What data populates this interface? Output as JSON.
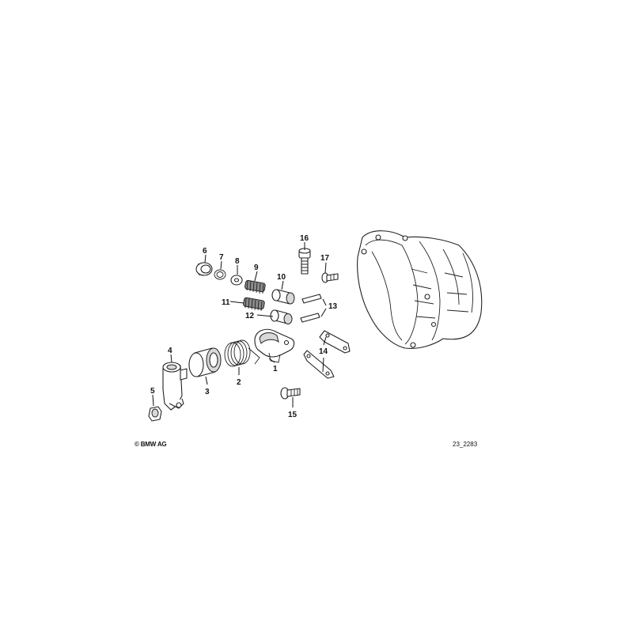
{
  "callouts": [
    "1",
    "2",
    "3",
    "4",
    "5",
    "6",
    "7",
    "8",
    "9",
    "10",
    "11",
    "12",
    "13",
    "14",
    "15",
    "16",
    "17"
  ],
  "footer": {
    "copyright": "© BMW AG",
    "diagram_code": "23_2283"
  }
}
